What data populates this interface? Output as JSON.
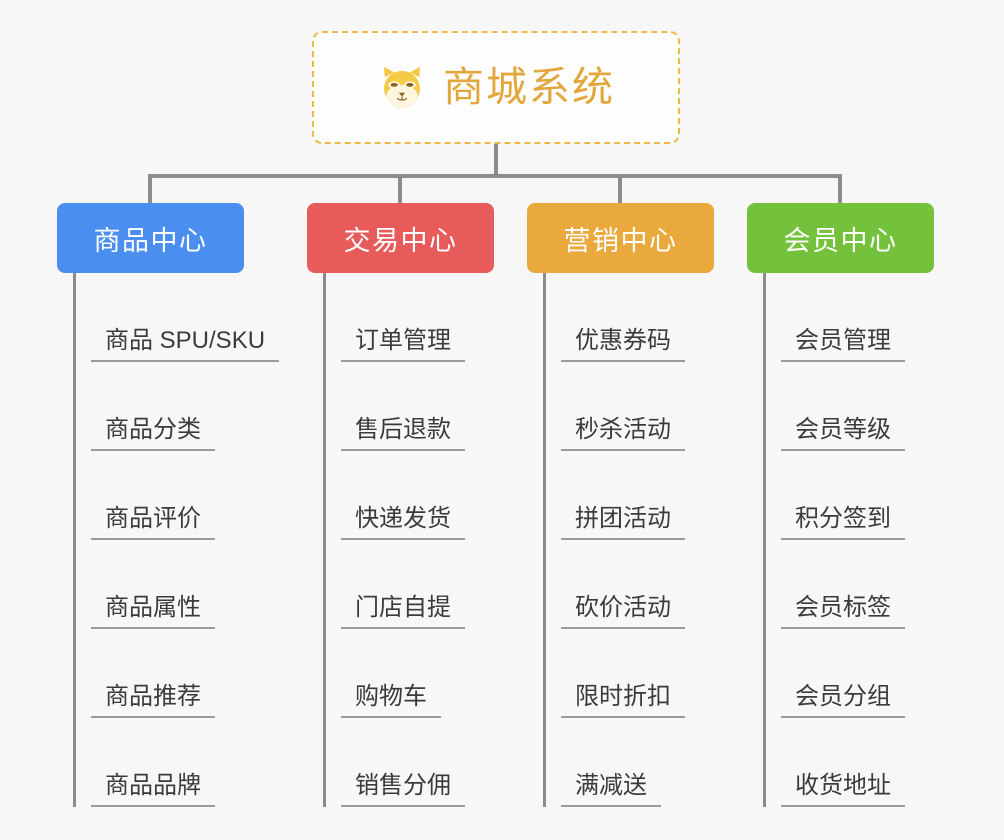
{
  "diagram": {
    "type": "mind-map",
    "background_color": "#f7f7f7",
    "connector_color": "#8c8c8c",
    "root": {
      "title": "商城系统",
      "icon": "shiba-dog-face-emoji",
      "title_color": "#e3a63c",
      "border_color": "#f0b846",
      "border_style": "dashed"
    },
    "categories": [
      {
        "label": "商品中心",
        "color": "#4a8ef0",
        "items": [
          "商品 SPU/SKU",
          "商品分类",
          "商品评价",
          "商品属性",
          "商品推荐",
          "商品品牌"
        ]
      },
      {
        "label": "交易中心",
        "color": "#e75b5b",
        "items": [
          "订单管理",
          "售后退款",
          "快递发货",
          "门店自提",
          "购物车",
          "销售分佣"
        ]
      },
      {
        "label": "营销中心",
        "color": "#eaa93c",
        "items": [
          "优惠券码",
          "秒杀活动",
          "拼团活动",
          "砍价活动",
          "限时折扣",
          "满减送"
        ]
      },
      {
        "label": "会员中心",
        "color": "#74c23c",
        "items": [
          "会员管理",
          "会员等级",
          "积分签到",
          "会员标签",
          "会员分组",
          "收货地址"
        ]
      }
    ]
  }
}
